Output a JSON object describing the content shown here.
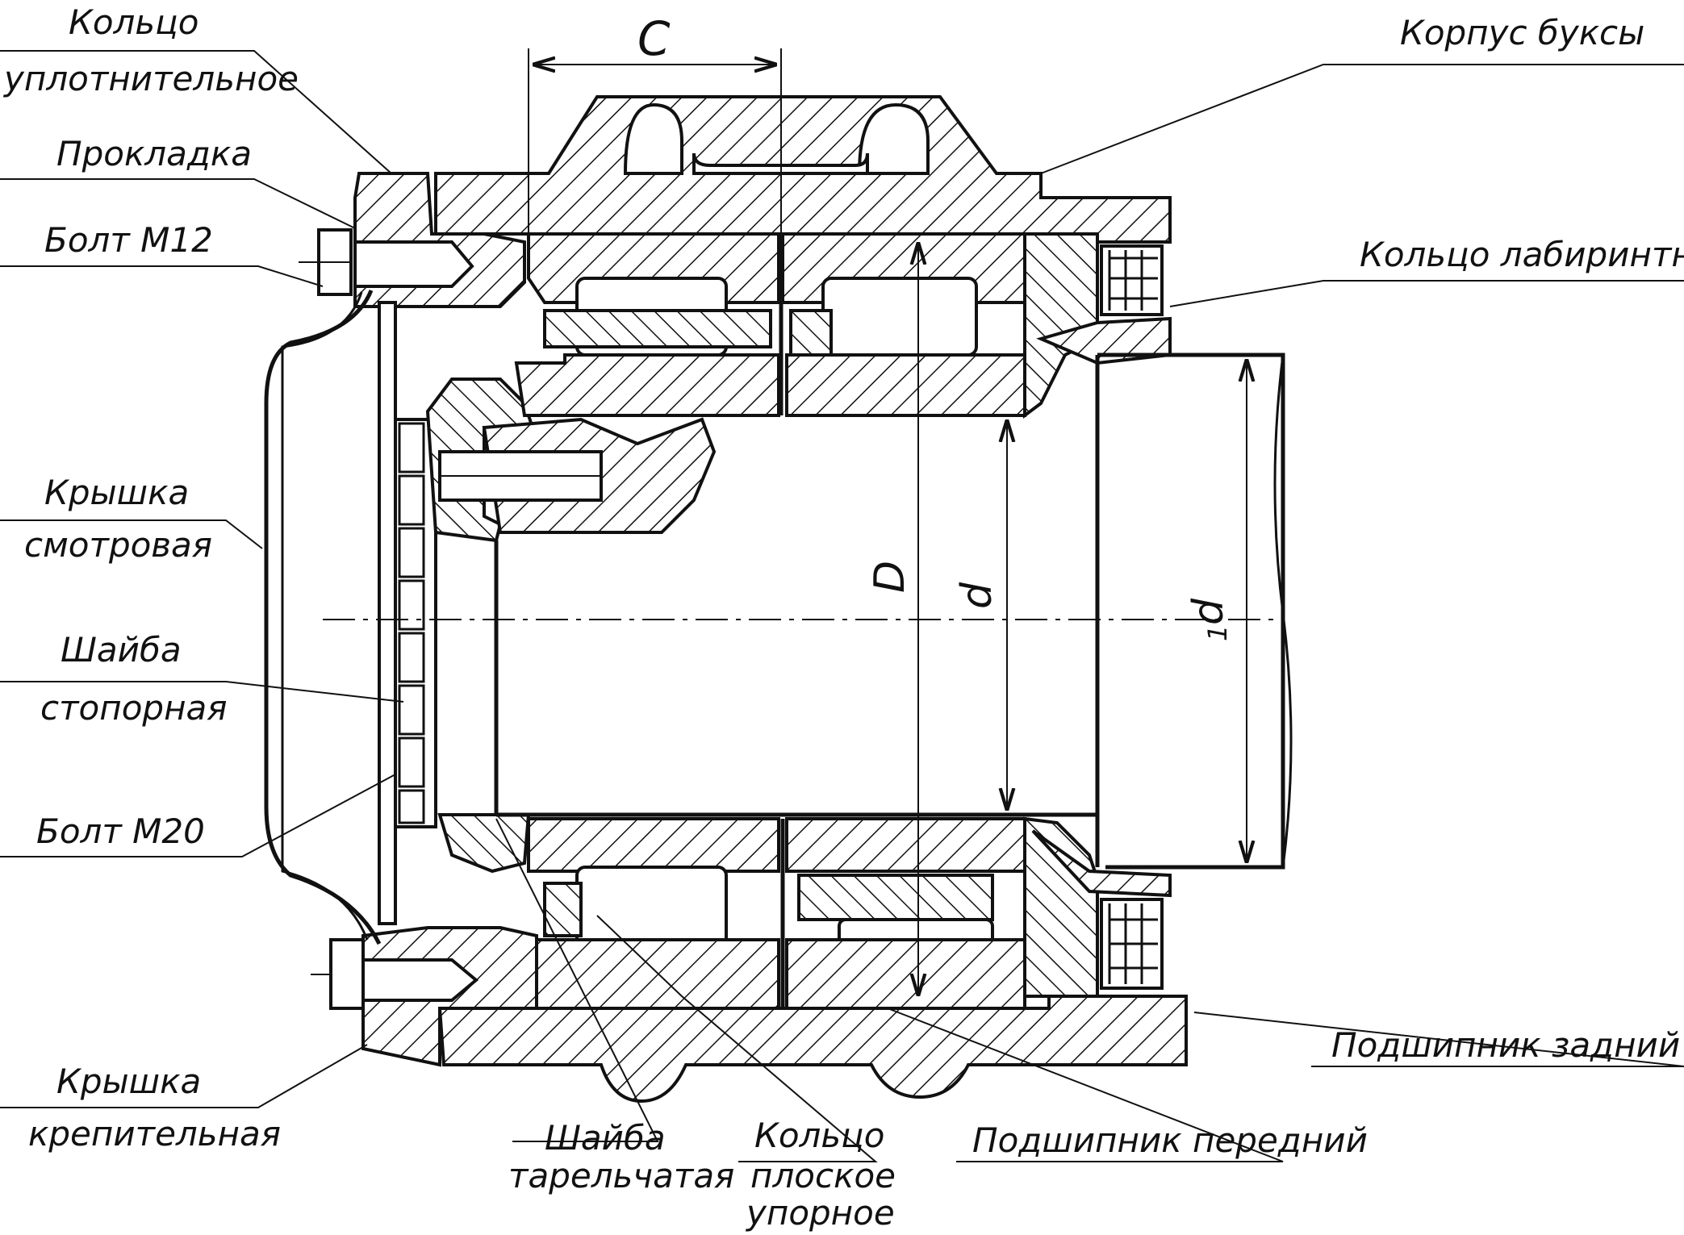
{
  "labels": {
    "ring_seal_1": "Кольцо",
    "ring_seal_2": "уплотнительное",
    "gasket": "Прокладка",
    "bolt_m12": "Болт М12",
    "inspection_cover_1": "Крышка",
    "inspection_cover_2": "смотровая",
    "lock_washer_1": "Шайба",
    "lock_washer_2": "стопорная",
    "bolt_m20": "Болт М20",
    "fastening_cover_1": "Крышка",
    "fastening_cover_2": "крепительная",
    "cup_washer_1": "Шайба",
    "cup_washer_2": "тарельчатая",
    "thrust_ring_1": "Кольцо",
    "thrust_ring_2": "плоское",
    "thrust_ring_3": "упорное",
    "front_bearing": "Подшипник передний",
    "rear_bearing": "Подшипник задний",
    "axlebox_housing": "Корпус буксы",
    "labyrinth_ring": "Кольцо лабиринтное"
  },
  "dimensions": {
    "c": "C",
    "D": "D",
    "d": "d",
    "d1": "d",
    "d1_sub": "1"
  }
}
